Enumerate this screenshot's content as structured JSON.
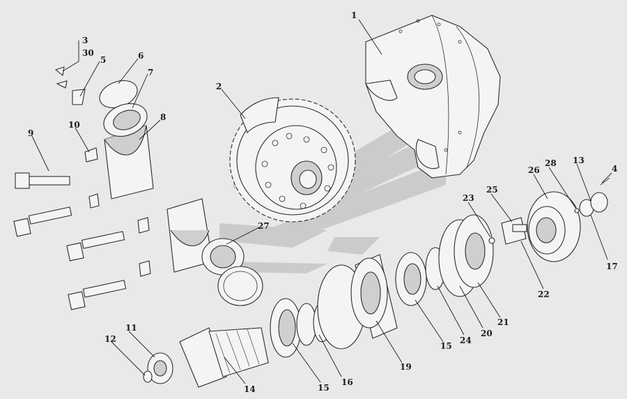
{
  "diagram": {
    "callouts": [
      {
        "id": "c1",
        "text": "1"
      },
      {
        "id": "c2",
        "text": "2"
      },
      {
        "id": "c3",
        "text": "3"
      },
      {
        "id": "c30",
        "text": "30"
      },
      {
        "id": "c4",
        "text": "4"
      },
      {
        "id": "c5",
        "text": "5"
      },
      {
        "id": "c6",
        "text": "6"
      },
      {
        "id": "c7",
        "text": "7"
      },
      {
        "id": "c8",
        "text": "8"
      },
      {
        "id": "c9",
        "text": "9"
      },
      {
        "id": "c10",
        "text": "10"
      },
      {
        "id": "c11",
        "text": "11"
      },
      {
        "id": "c12",
        "text": "12"
      },
      {
        "id": "c13",
        "text": "13"
      },
      {
        "id": "c14",
        "text": "14"
      },
      {
        "id": "c15a",
        "text": "15"
      },
      {
        "id": "c15b",
        "text": "15"
      },
      {
        "id": "c16",
        "text": "16"
      },
      {
        "id": "c17",
        "text": "17"
      },
      {
        "id": "c19",
        "text": "19"
      },
      {
        "id": "c20",
        "text": "20"
      },
      {
        "id": "c21",
        "text": "21"
      },
      {
        "id": "c22",
        "text": "22"
      },
      {
        "id": "c23",
        "text": "23"
      },
      {
        "id": "c24",
        "text": "24"
      },
      {
        "id": "c25",
        "text": "25"
      },
      {
        "id": "c26",
        "text": "26"
      },
      {
        "id": "c27",
        "text": "27"
      },
      {
        "id": "c28",
        "text": "28"
      }
    ],
    "colors": {
      "background": "#e9e9e9",
      "line": "#2b2b2b",
      "watermark": "#c8c8c8"
    }
  }
}
